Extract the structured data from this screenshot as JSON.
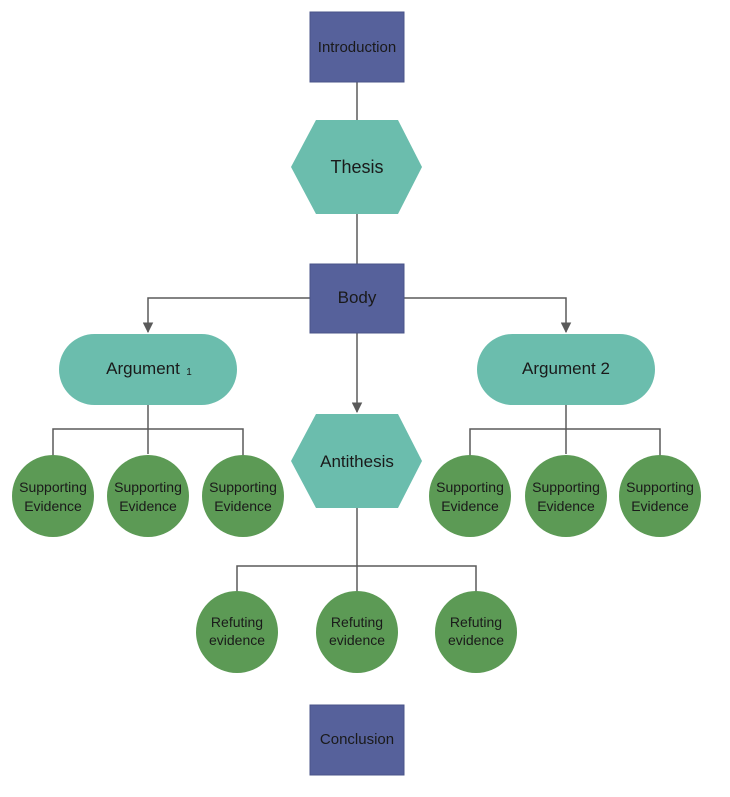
{
  "nodes": {
    "introduction": "Introduction",
    "thesis": "Thesis",
    "body": "Body",
    "argument1": "Argument",
    "argument1_sub": "1",
    "argument2": "Argument 2",
    "antithesis": "Antithesis",
    "conclusion": "Conclusion"
  },
  "evidence": {
    "supporting_line1": "Supporting",
    "supporting_line2": "Evidence",
    "refuting_line1": "Refuting",
    "refuting_line2": "evidence"
  },
  "colors": {
    "rect": "#56619b",
    "teal": "#6bbdad",
    "green": "#5c9a55",
    "line": "#5a5a5a"
  }
}
